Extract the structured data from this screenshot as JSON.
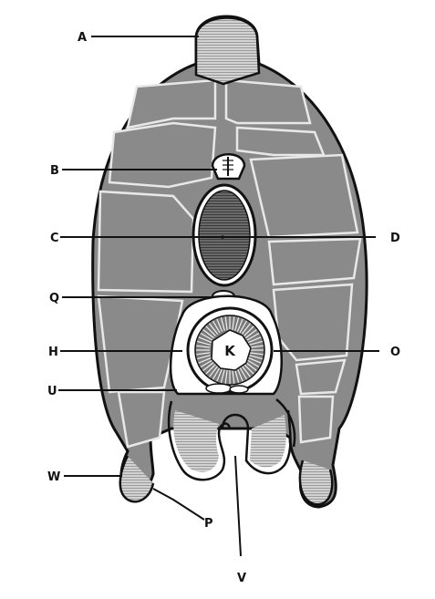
{
  "labels": {
    "A": "A",
    "B": "B",
    "C": "C",
    "D": "D",
    "Q": "Q",
    "H": "H",
    "O": "O",
    "U": "U",
    "W": "W",
    "P": "P",
    "V": "V",
    "K": "K"
  },
  "colors": {
    "muscle": "#8a8a8a",
    "cartilage": "#cfcfcf",
    "notochord": "#5a5a5a",
    "outline": "#111111",
    "background": "#ffffff"
  }
}
